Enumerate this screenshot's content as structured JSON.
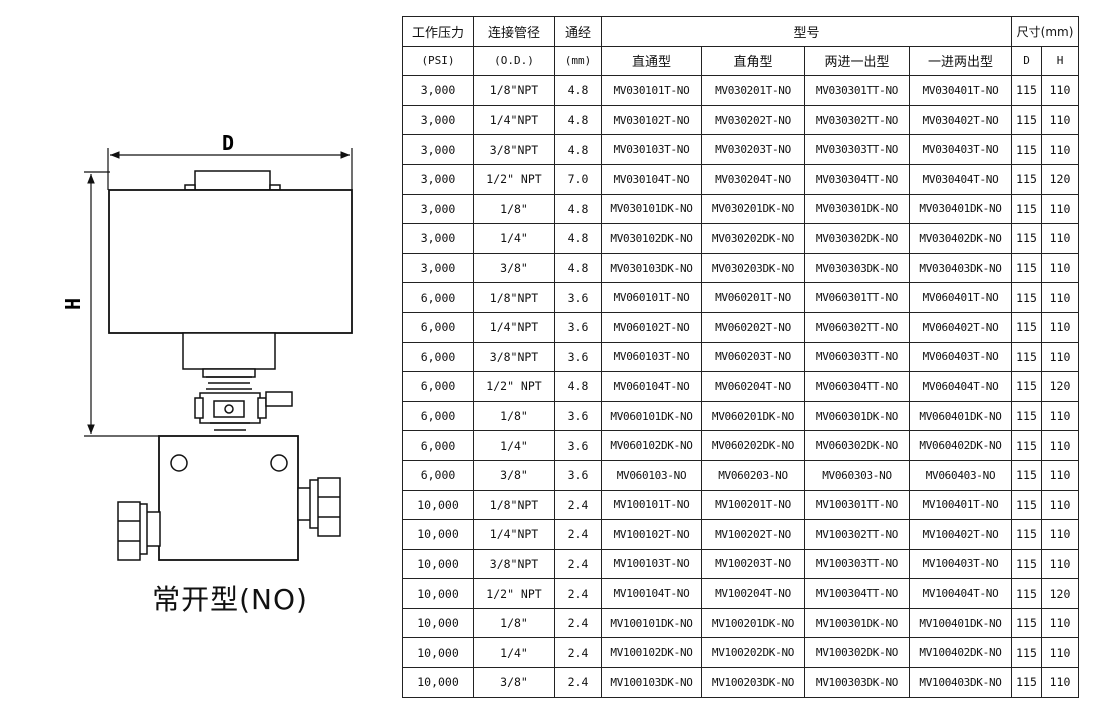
{
  "drawing": {
    "dim_width_label": "D",
    "dim_height_label": "H",
    "caption": "常开型(NO)"
  },
  "table": {
    "headers": {
      "pressure": "工作压力",
      "connection": "连接管径",
      "bore": "通经",
      "model": "型号",
      "size": "尺寸(mm)",
      "pressure_unit": "(PSI)",
      "connection_unit": "(O.D.)",
      "bore_unit": "(mm)",
      "straight": "直通型",
      "angle": "直角型",
      "two_in_one_out": "两进一出型",
      "one_in_two_out": "一进两出型",
      "d": "D",
      "h": "H"
    },
    "rows": [
      {
        "pressure": "3,000",
        "conn": "1/8\"NPT",
        "bore": "4.8",
        "straight": "MV030101T-NO",
        "angle": "MV030201T-NO",
        "two_in": "MV030301TT-NO",
        "one_in": "MV030401T-NO",
        "d": "115",
        "h": "110"
      },
      {
        "pressure": "3,000",
        "conn": "1/4\"NPT",
        "bore": "4.8",
        "straight": "MV030102T-NO",
        "angle": "MV030202T-NO",
        "two_in": "MV030302TT-NO",
        "one_in": "MV030402T-NO",
        "d": "115",
        "h": "110"
      },
      {
        "pressure": "3,000",
        "conn": "3/8\"NPT",
        "bore": "4.8",
        "straight": "MV030103T-NO",
        "angle": "MV030203T-NO",
        "two_in": "MV030303TT-NO",
        "one_in": "MV030403T-NO",
        "d": "115",
        "h": "110"
      },
      {
        "pressure": "3,000",
        "conn": "1/2\" NPT",
        "bore": "7.0",
        "straight": "MV030104T-NO",
        "angle": "MV030204T-NO",
        "two_in": "MV030304TT-NO",
        "one_in": "MV030404T-NO",
        "d": "115",
        "h": "120"
      },
      {
        "pressure": "3,000",
        "conn": "1/8\"",
        "bore": "4.8",
        "straight": "MV030101DK-NO",
        "angle": "MV030201DK-NO",
        "two_in": "MV030301DK-NO",
        "one_in": "MV030401DK-NO",
        "d": "115",
        "h": "110"
      },
      {
        "pressure": "3,000",
        "conn": "1/4\"",
        "bore": "4.8",
        "straight": "MV030102DK-NO",
        "angle": "MV030202DK-NO",
        "two_in": "MV030302DK-NO",
        "one_in": "MV030402DK-NO",
        "d": "115",
        "h": "110"
      },
      {
        "pressure": "3,000",
        "conn": "3/8\"",
        "bore": "4.8",
        "straight": "MV030103DK-NO",
        "angle": "MV030203DK-NO",
        "two_in": "MV030303DK-NO",
        "one_in": "MV030403DK-NO",
        "d": "115",
        "h": "110"
      },
      {
        "pressure": "6,000",
        "conn": "1/8\"NPT",
        "bore": "3.6",
        "straight": "MV060101T-NO",
        "angle": "MV060201T-NO",
        "two_in": "MV060301TT-NO",
        "one_in": "MV060401T-NO",
        "d": "115",
        "h": "110"
      },
      {
        "pressure": "6,000",
        "conn": "1/4\"NPT",
        "bore": "3.6",
        "straight": "MV060102T-NO",
        "angle": "MV060202T-NO",
        "two_in": "MV060302TT-NO",
        "one_in": "MV060402T-NO",
        "d": "115",
        "h": "110"
      },
      {
        "pressure": "6,000",
        "conn": "3/8\"NPT",
        "bore": "3.6",
        "straight": "MV060103T-NO",
        "angle": "MV060203T-NO",
        "two_in": "MV060303TT-NO",
        "one_in": "MV060403T-NO",
        "d": "115",
        "h": "110"
      },
      {
        "pressure": "6,000",
        "conn": "1/2\" NPT",
        "bore": "4.8",
        "straight": "MV060104T-NO",
        "angle": "MV060204T-NO",
        "two_in": "MV060304TT-NO",
        "one_in": "MV060404T-NO",
        "d": "115",
        "h": "120"
      },
      {
        "pressure": "6,000",
        "conn": "1/8\"",
        "bore": "3.6",
        "straight": "MV060101DK-NO",
        "angle": "MV060201DK-NO",
        "two_in": "MV060301DK-NO",
        "one_in": "MV060401DK-NO",
        "d": "115",
        "h": "110"
      },
      {
        "pressure": "6,000",
        "conn": "1/4\"",
        "bore": "3.6",
        "straight": "MV060102DK-NO",
        "angle": "MV060202DK-NO",
        "two_in": "MV060302DK-NO",
        "one_in": "MV060402DK-NO",
        "d": "115",
        "h": "110"
      },
      {
        "pressure": "6,000",
        "conn": "3/8\"",
        "bore": "3.6",
        "straight": "MV060103-NO",
        "angle": "MV060203-NO",
        "two_in": "MV060303-NO",
        "one_in": "MV060403-NO",
        "d": "115",
        "h": "110"
      },
      {
        "pressure": "10,000",
        "conn": "1/8\"NPT",
        "bore": "2.4",
        "straight": "MV100101T-NO",
        "angle": "MV100201T-NO",
        "two_in": "MV100301TT-NO",
        "one_in": "MV100401T-NO",
        "d": "115",
        "h": "110"
      },
      {
        "pressure": "10,000",
        "conn": "1/4\"NPT",
        "bore": "2.4",
        "straight": "MV100102T-NO",
        "angle": "MV100202T-NO",
        "two_in": "MV100302TT-NO",
        "one_in": "MV100402T-NO",
        "d": "115",
        "h": "110"
      },
      {
        "pressure": "10,000",
        "conn": "3/8\"NPT",
        "bore": "2.4",
        "straight": "MV100103T-NO",
        "angle": "MV100203T-NO",
        "two_in": "MV100303TT-NO",
        "one_in": "MV100403T-NO",
        "d": "115",
        "h": "110"
      },
      {
        "pressure": "10,000",
        "conn": "1/2\" NPT",
        "bore": "2.4",
        "straight": "MV100104T-NO",
        "angle": "MV100204T-NO",
        "two_in": "MV100304TT-NO",
        "one_in": "MV100404T-NO",
        "d": "115",
        "h": "120"
      },
      {
        "pressure": "10,000",
        "conn": "1/8\"",
        "bore": "2.4",
        "straight": "MV100101DK-NO",
        "angle": "MV100201DK-NO",
        "two_in": "MV100301DK-NO",
        "one_in": "MV100401DK-NO",
        "d": "115",
        "h": "110"
      },
      {
        "pressure": "10,000",
        "conn": "1/4\"",
        "bore": "2.4",
        "straight": "MV100102DK-NO",
        "angle": "MV100202DK-NO",
        "two_in": "MV100302DK-NO",
        "one_in": "MV100402DK-NO",
        "d": "115",
        "h": "110"
      },
      {
        "pressure": "10,000",
        "conn": "3/8\"",
        "bore": "2.4",
        "straight": "MV100103DK-NO",
        "angle": "MV100203DK-NO",
        "two_in": "MV100303DK-NO",
        "one_in": "MV100403DK-NO",
        "d": "115",
        "h": "110"
      }
    ]
  }
}
